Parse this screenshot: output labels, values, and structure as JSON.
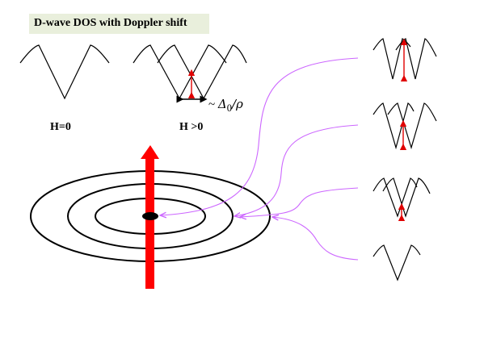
{
  "title": "D-wave DOS with Doppler shift",
  "labels": {
    "h_zero": "H=0",
    "h_positive": "H >0",
    "energy_scale": "~ Δ0/ρ",
    "energy_scale_prefix": "~",
    "energy_scale_delta": "Δ",
    "energy_scale_sub": "0",
    "energy_scale_rest": "/ρ"
  },
  "colors": {
    "title_background": "#e9efdc",
    "vortex_line": "#ff0000",
    "shift_arrow": "#e00000",
    "connector": "#cc66ff",
    "curve": "#000000"
  }
}
